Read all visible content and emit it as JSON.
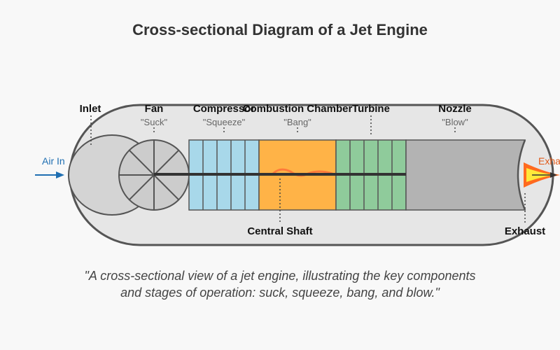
{
  "title": "Cross-sectional Diagram of a Jet Engine",
  "components": {
    "inlet": "Inlet",
    "fan": "Fan",
    "fan_sub": "\"Suck\"",
    "compressor": "Compressor",
    "compressor_sub": "\"Squeeze\"",
    "combustion": "Combustion Chamber",
    "combustion_sub": "\"Bang\"",
    "turbine": "Turbine",
    "nozzle": "Nozzle",
    "nozzle_sub": "\"Blow\"",
    "shaft": "Central Shaft",
    "exhaust_label": "Exhaust"
  },
  "flow": {
    "air_in": "Air In",
    "exhaust": "Exhaust"
  },
  "caption": {
    "line1": "\"A cross-sectional view of a jet engine, illustrating the key components",
    "line2": "and stages of operation: suck, squeeze, bang, and blow.\""
  },
  "colors": {
    "casing": "#e6e6e6",
    "compressor": "#a8d8ea",
    "combustion": "#ffb347",
    "turbine": "#8fcb9b",
    "nozzle": "#b3b3b3",
    "flame_outer": "#ff6a1f",
    "flame_inner": "#ffe83a",
    "air_arrow": "#1f6fb2"
  }
}
